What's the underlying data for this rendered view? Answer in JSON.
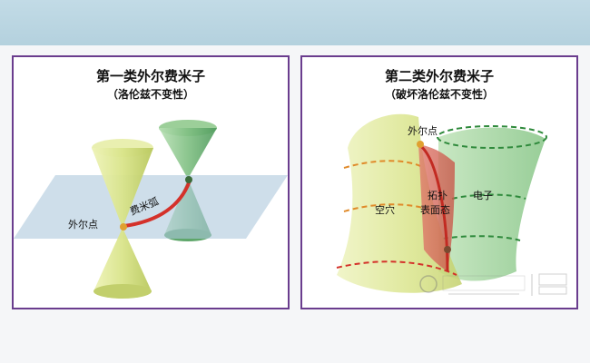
{
  "left_panel": {
    "title": "第一类外尔费米子",
    "subtitle": "（洛伦兹不变性）",
    "labels": {
      "weyl_point": "外尔点",
      "fermi_arc": "费米弧"
    }
  },
  "right_panel": {
    "title": "第二类外尔费米子",
    "subtitle": "（破坏洛伦兹不变性）",
    "labels": {
      "weyl_point": "外尔点",
      "hole": "空穴",
      "topo_line1": "拓扑",
      "topo_line2": "表面态",
      "electron": "电子"
    }
  },
  "colors": {
    "frame": "#6a3d8e",
    "yellow_cone": "#d9e48a",
    "green_cone": "#7fbf82",
    "arc": "#d4312a",
    "plane": "#aec8dc"
  }
}
